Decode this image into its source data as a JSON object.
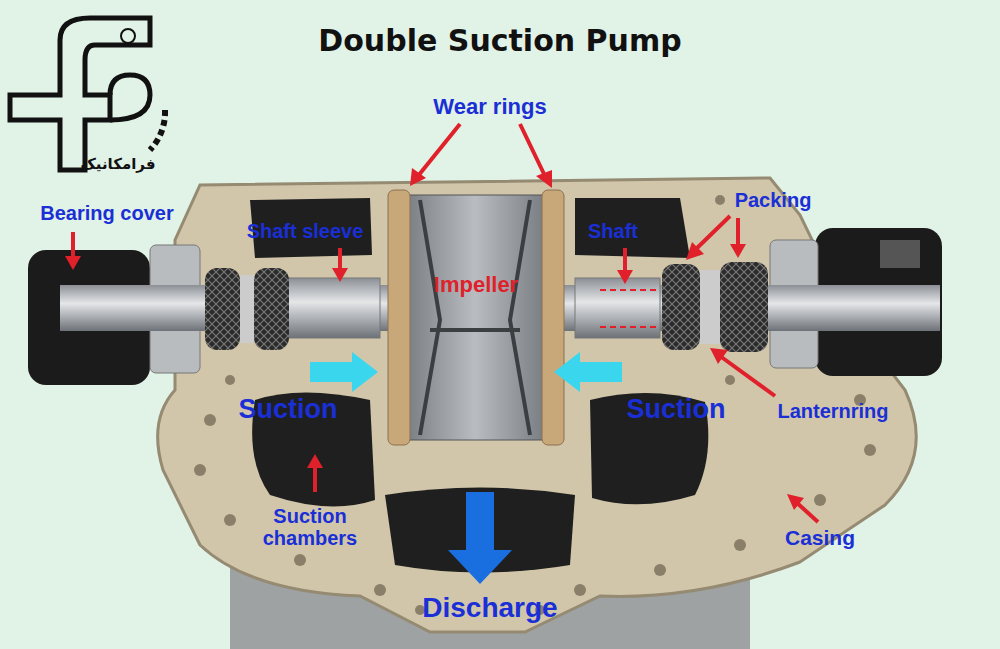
{
  "diagram": {
    "title": "Double Suction Pump",
    "labels": [
      "فرامکانیک",
      "Wear rings",
      "Bearing cover",
      "Shaft sleeve",
      "Shaft",
      "Packing",
      "Impeller",
      "Suction",
      "Suction",
      "Lanternring",
      "Suction chambers",
      "Casing",
      "Discharge"
    ]
  }
}
